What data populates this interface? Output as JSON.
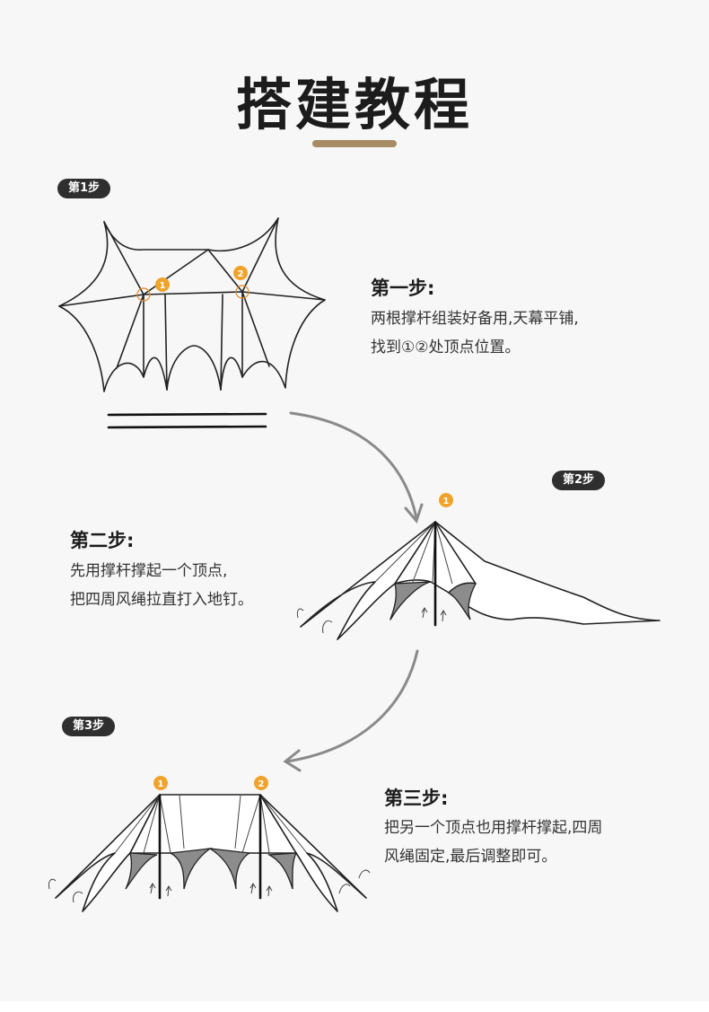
{
  "header": {
    "title": "搭建教程"
  },
  "steps": [
    {
      "badge": "第1步",
      "heading": "第一步:",
      "lines": [
        "两根撑杆组装好备用,天幕平铺,",
        "找到①②处顶点位置。"
      ]
    },
    {
      "badge": "第2步",
      "heading": "第二步:",
      "lines": [
        "先用撑杆撑起一个顶点,",
        "把四周风绳拉直打入地钉。"
      ]
    },
    {
      "badge": "第3步",
      "heading": "第三步:",
      "lines": [
        "把另一个顶点也用撑杆撑起,四周",
        "风绳固定,最后调整即可。"
      ]
    }
  ],
  "markers": {
    "one": "1",
    "two": "2"
  },
  "colors": {
    "accent": "#a68b65",
    "marker": "#f0a32b",
    "badge": "#2f2f2f",
    "arrow": "#8a8a8a"
  }
}
